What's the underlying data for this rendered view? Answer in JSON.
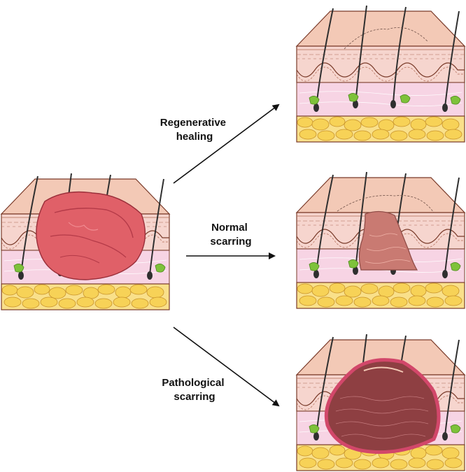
{
  "labels": {
    "regenerative": [
      "Regenerative",
      "healing"
    ],
    "normal": [
      "Normal",
      "scarring"
    ],
    "pathological": [
      "Pathological",
      "scarring"
    ]
  },
  "colors": {
    "epidermis": "#f3c9b6",
    "epidermis_side": "#efbda7",
    "dermis": "#f6d5ce",
    "deep_dermis": "#f7d4e4",
    "fat": "#f7d257",
    "fat_bg": "#f9e08a",
    "outline": "#7a3b2a",
    "wound": "#e06068",
    "normal_scar": "#c97a72",
    "pathological_scar": "#8e3f42",
    "pathological_rim": "#d2476a",
    "hair": "#2f2f2f",
    "gland": "#7ec23a"
  }
}
